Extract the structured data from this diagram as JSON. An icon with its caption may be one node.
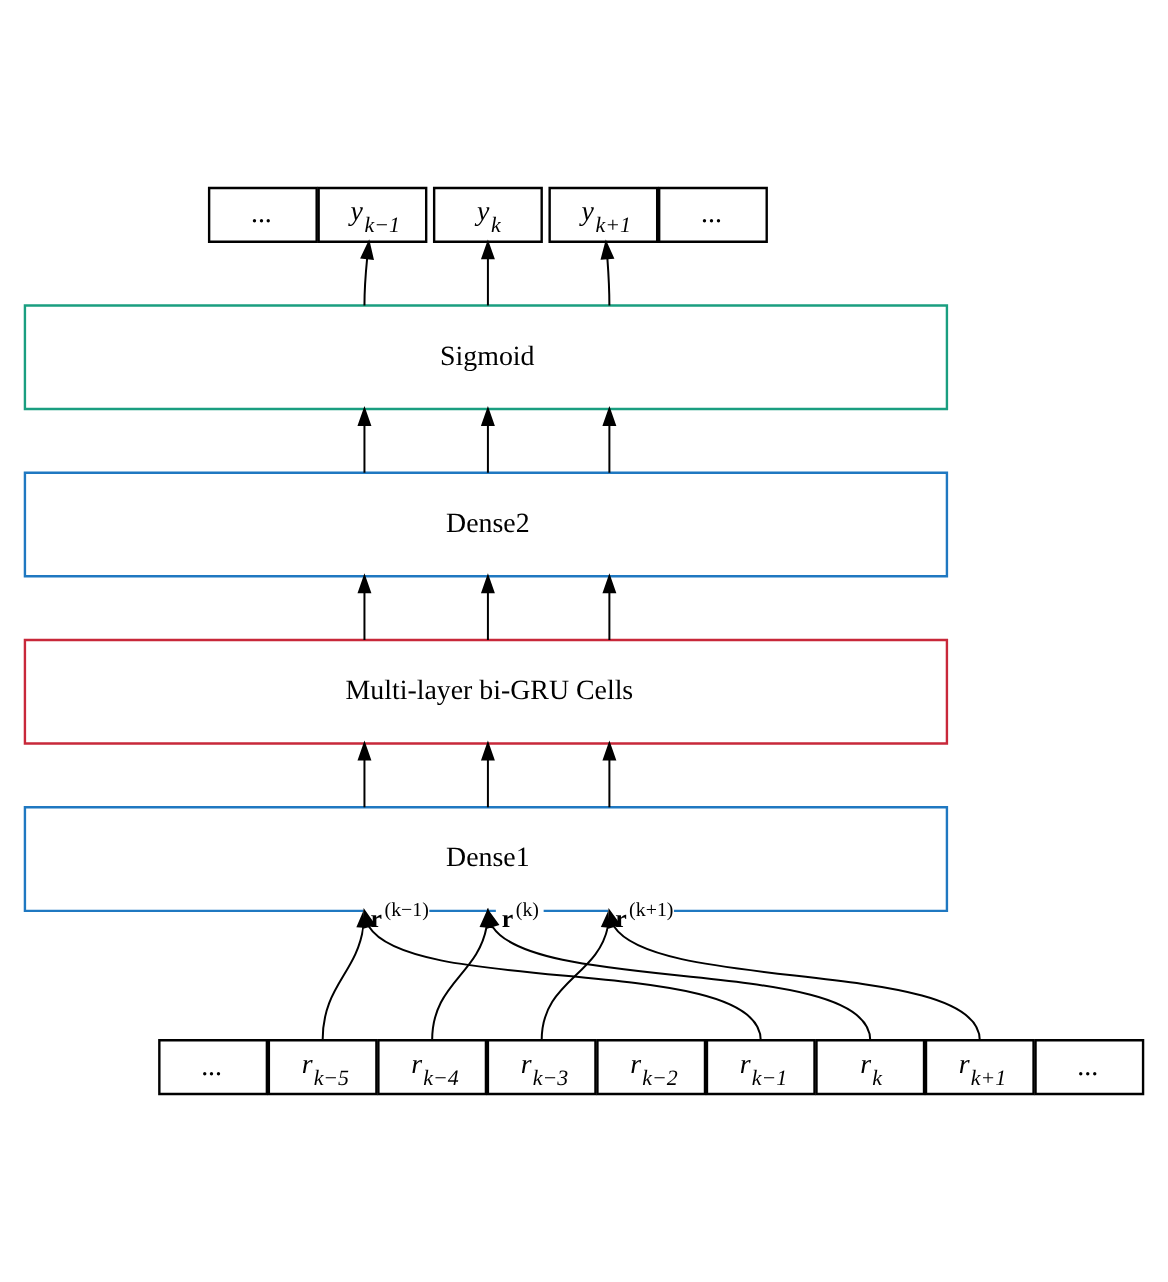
{
  "diagram": {
    "nodes": [
      {
        "text": [
          "..."
        ]
      },
      {
        "text": [
          "y$_{k−1}$"
        ]
      },
      {
        "text": [
          "y$_{k}$"
        ]
      },
      {
        "text": [
          "y$_{k+1}$"
        ]
      },
      {
        "text": [
          "..."
        ]
      },
      {
        "text": [
          "Sigmoid"
        ]
      },
      {
        "text": [
          "Dense2"
        ]
      },
      {
        "text": [
          "Multi-layer bi-GRU Cells"
        ]
      },
      {
        "text": [
          "Dense1"
        ]
      },
      {
        "text": [
          "..."
        ]
      },
      {
        "text": [
          "r$_{k−5}$"
        ]
      },
      {
        "text": [
          "r$_{k−4}$"
        ]
      },
      {
        "text": [
          "r$_{k−3}$"
        ]
      },
      {
        "text": [
          "r$_{k−2}$"
        ]
      },
      {
        "text": [
          "r$_{k−1}$"
        ]
      },
      {
        "text": [
          "r$_{k}$"
        ]
      },
      {
        "text": [
          "r$_{k+1}$"
        ]
      },
      {
        "text": [
          "..."
        ]
      }
    ],
    "edges": [
      {
        "from": 5,
        "to": 1,
        "arrow": "to"
      },
      {
        "from": 5,
        "to": 2,
        "arrow": "to"
      },
      {
        "from": 5,
        "to": 3,
        "arrow": "to"
      },
      {
        "from": 6,
        "to": 5,
        "arrow": "to"
      },
      {
        "from": 6,
        "to": 5,
        "arrow": "to"
      },
      {
        "from": 6,
        "to": 5,
        "arrow": "to"
      },
      {
        "from": 7,
        "to": 6,
        "arrow": "to"
      },
      {
        "from": 7,
        "to": 6,
        "arrow": "to"
      },
      {
        "from": 7,
        "to": 6,
        "arrow": "to"
      },
      {
        "from": 8,
        "to": 7,
        "arrow": "to"
      },
      {
        "from": 8,
        "to": 7,
        "arrow": "to"
      },
      {
        "from": 8,
        "to": 7,
        "arrow": "to"
      },
      {
        "from": 10,
        "to": 8,
        "arrow": "to",
        "label": "**r**$^{(k−1)}$"
      },
      {
        "from": 14,
        "to": 8,
        "arrow": "to"
      },
      {
        "from": 11,
        "to": 8,
        "arrow": "to",
        "label": "**r**$^{(k)}$"
      },
      {
        "from": 15,
        "to": 8,
        "arrow": "to"
      },
      {
        "from": 12,
        "to": 8,
        "arrow": "to",
        "label": "**r**$^{(k+1)}$"
      },
      {
        "from": 16,
        "to": 8,
        "arrow": "to"
      }
    ]
  }
}
